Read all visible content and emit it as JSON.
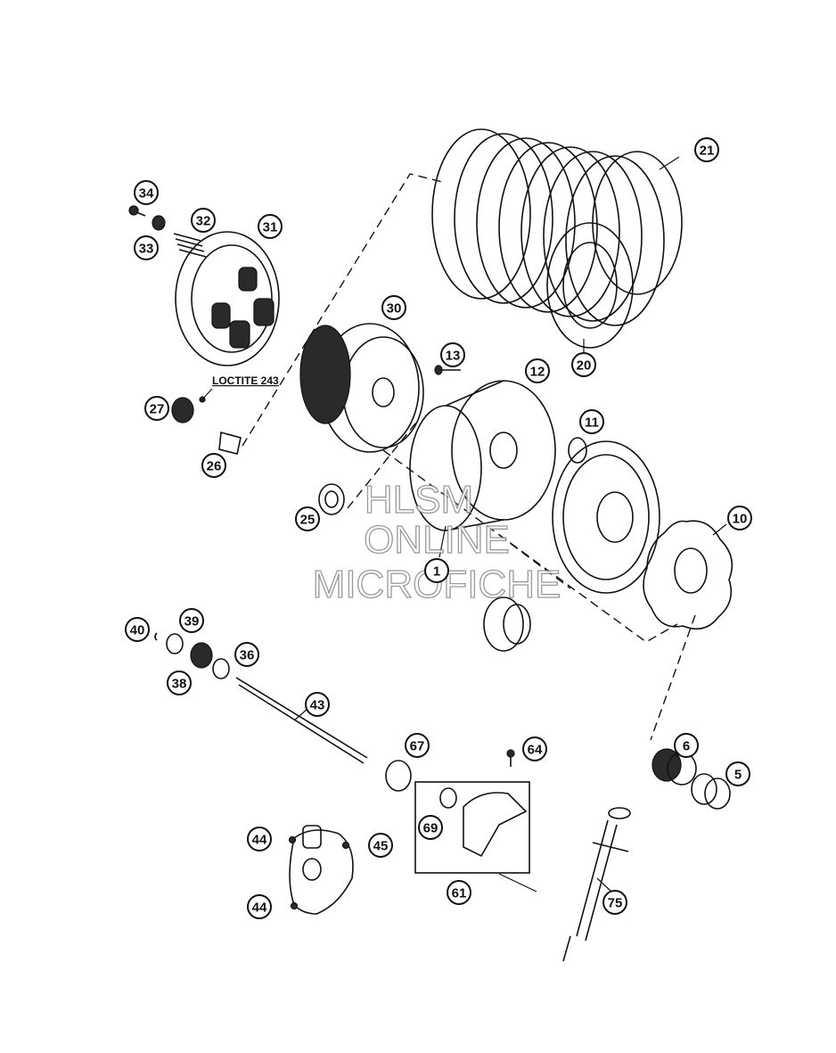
{
  "diagram": {
    "note": "LOCTITE 243",
    "watermark": [
      "HLSM",
      "ONLINE",
      "MICROFICHE"
    ],
    "callouts": [
      {
        "id": "c1",
        "label": "1"
      },
      {
        "id": "c5",
        "label": "5"
      },
      {
        "id": "c6",
        "label": "6"
      },
      {
        "id": "c10",
        "label": "10"
      },
      {
        "id": "c11",
        "label": "11"
      },
      {
        "id": "c12",
        "label": "12"
      },
      {
        "id": "c13",
        "label": "13"
      },
      {
        "id": "c20",
        "label": "20"
      },
      {
        "id": "c21",
        "label": "21"
      },
      {
        "id": "c25",
        "label": "25"
      },
      {
        "id": "c26",
        "label": "26"
      },
      {
        "id": "c27",
        "label": "27"
      },
      {
        "id": "c30",
        "label": "30"
      },
      {
        "id": "c31",
        "label": "31"
      },
      {
        "id": "c32",
        "label": "32"
      },
      {
        "id": "c33",
        "label": "33"
      },
      {
        "id": "c34",
        "label": "34"
      },
      {
        "id": "c36",
        "label": "36"
      },
      {
        "id": "c38",
        "label": "38"
      },
      {
        "id": "c39",
        "label": "39"
      },
      {
        "id": "c40",
        "label": "40"
      },
      {
        "id": "c43",
        "label": "43"
      },
      {
        "id": "c44a",
        "label": "44"
      },
      {
        "id": "c44b",
        "label": "44"
      },
      {
        "id": "c45",
        "label": "45"
      },
      {
        "id": "c61",
        "label": "61"
      },
      {
        "id": "c64",
        "label": "64"
      },
      {
        "id": "c67",
        "label": "67"
      },
      {
        "id": "c69",
        "label": "69"
      },
      {
        "id": "c75",
        "label": "75"
      }
    ]
  }
}
